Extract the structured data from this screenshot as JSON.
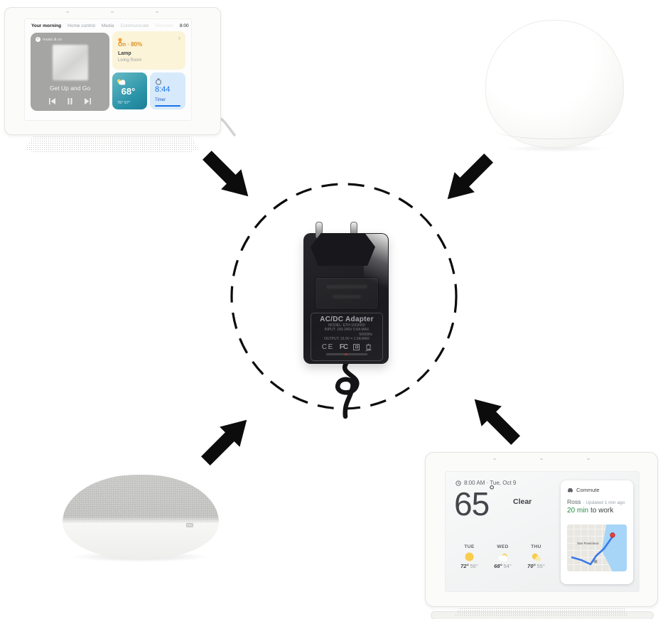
{
  "colors": {
    "arrow_black": "#0c0c0c",
    "google_blue": "#1a73e8",
    "commute_green": "#1e8e3e",
    "lamp_orange": "#dd8f1f",
    "weather_teal": "#2a93a8"
  },
  "icons": {
    "check": "✓",
    "chevron_right": "›",
    "degree": "°"
  },
  "hub2": {
    "nav_items": [
      "Your morning",
      "Home control",
      "Media",
      "Communicate",
      "Discover"
    ],
    "time": "8:00",
    "media": {
      "badge": "music & co",
      "title": "Get Up and Go"
    },
    "light": {
      "status": "On · 80%",
      "name": "Lamp",
      "room": "Living Room"
    },
    "weather": {
      "temp": "68°",
      "range": "76° 57°"
    },
    "timer": {
      "value": "8:44",
      "label": "Timer"
    }
  },
  "adapter": {
    "title": "AC/DC Adapter",
    "model": "MODEL: ETH-1502000",
    "input": "INPUT: 100-240V 0.8A MAX",
    "freq": "50/60Hz",
    "output": "OUTPUT: 15.0V = 1.5A MAX",
    "cert_ce": "CE",
    "cert_fcc": "FC"
  },
  "hub1": {
    "datetime": "8:00 AM · Tue, Oct 9",
    "temp": "65",
    "condition": "Clear",
    "forecast": [
      {
        "day": "TUE",
        "high": "72°",
        "low": "56°"
      },
      {
        "day": "WED",
        "high": "68°",
        "low": "54°"
      },
      {
        "day": "THU",
        "high": "70°",
        "low": "55°"
      }
    ],
    "commute": {
      "title": "Commute",
      "person": "Ross",
      "updated": "· Updated 1 min ago",
      "duration": "20 min",
      "rest": "to work",
      "map_label": "San Francisco"
    }
  }
}
